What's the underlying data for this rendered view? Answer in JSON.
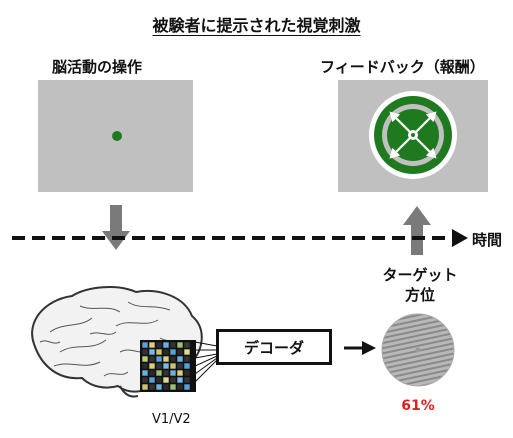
{
  "title": "被験者に提示された視覚刺激",
  "left_panel": {
    "label": "脳活動の操作"
  },
  "right_panel": {
    "label": "フィードバック（報酬）"
  },
  "timeline": {
    "label": "時間"
  },
  "target": {
    "line1": "ターゲット",
    "line2": "方位",
    "percent": "61%"
  },
  "decoder": {
    "label": "デコーダ"
  },
  "brain": {
    "area_label": "V1/V2"
  },
  "colors": {
    "green": "#1f7a1f",
    "panel_gray": "#c0c0c0",
    "percent_red": "#e02020"
  }
}
